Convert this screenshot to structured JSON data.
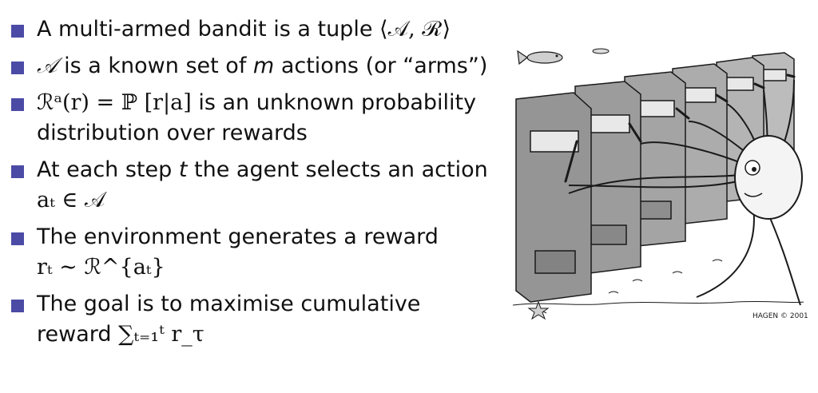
{
  "bullets": [
    {
      "text_a": "A multi-armed bandit is a tuple ",
      "math": "⟨𝒜, ℛ⟩"
    },
    {
      "math_lead": "𝒜",
      "text_a": " is a known set of ",
      "m": "m",
      "text_b": " actions (or “arms”)"
    },
    {
      "math_lead": "ℛᵃ(r) = ℙ [r|a]",
      "text_a": " is an unknown probability",
      "line2": "distribution over rewards"
    },
    {
      "text_a": "At each step ",
      "t": "t",
      "text_b": " the agent selects an action",
      "line2_math": "aₜ ∈ 𝒜"
    },
    {
      "text_a": "The environment generates a reward",
      "line2_math": "rₜ ∼ ℛ^{aₜ}"
    },
    {
      "text_a": "The goal is to maximise cumulative",
      "line2_text": "reward ",
      "line2_math": "∑ₜ₌₁ᵗ r_τ"
    }
  ],
  "figure": {
    "credit": "HAGEN © 2001",
    "colors": {
      "machine": "#a9a9a9",
      "machine_dark": "#6e6e6e",
      "outline": "#1a1a1a",
      "octopus": "#f4f4f4"
    }
  },
  "bullet_color": "#4b4ba6"
}
